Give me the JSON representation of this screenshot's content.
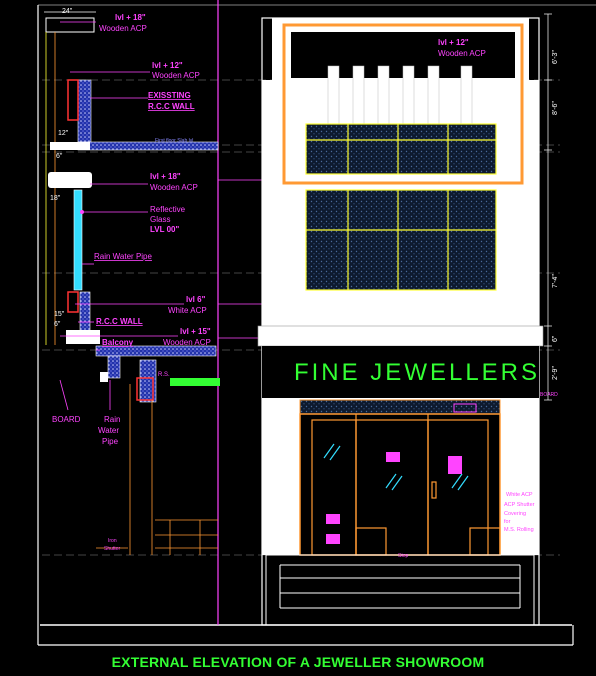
{
  "title": "EXTERNAL ELEVATION OF A JEWELLER SHOWROOM",
  "signboard": "FINE JEWELLERS",
  "colors": {
    "background": "#000000",
    "outline": "#ffffff",
    "annotation": "#ff33ff",
    "acp": "#ff9933",
    "glazing_frame": "#ffff33",
    "signage": "#33ff33",
    "wall": "#4444ff",
    "glass": "#33ddff",
    "level_line": "#ff44ff"
  },
  "dimensions": {
    "top": "24\"",
    "right": [
      "6'-3\"",
      "8'-6\"",
      "7'-4\"",
      "6\"",
      "2'-9\""
    ],
    "left": [
      "12\"",
      "6\"",
      "6\"",
      "18\"",
      "15\"",
      "6\""
    ]
  },
  "labels": {
    "lvl18_top": "lvl + 18\"",
    "wooden_acp_1": "Wooden ACP",
    "lvl12": "lvl + 12\"",
    "wooden_acp_2": "Wooden ACP",
    "existing": "EXISSTING",
    "rcc_wall": "R.C.C WALL",
    "slab": "First floor Slab lvl",
    "lvl18_mid": "lvl + 18\"",
    "wooden_acp_3": "Wooden ACP",
    "reflective": "Reflective",
    "glass": "Glass",
    "glass_lvl": "LVL 00\"",
    "rain_water_pipe": "Rain Water Pipe",
    "lvl6": "lvl 6\"",
    "white_acp": "White ACP",
    "rcc_wall_2": "R.C.C WALL",
    "lvl15": "lvl + 15\"",
    "wooden_acp_4": "Wooden ACP",
    "balcony": "Balcony",
    "rs": "R.S.",
    "board": "BOARD",
    "rain": "Rain",
    "water": "Water",
    "pipe": "Pipe",
    "iron": "Iron",
    "shutter": "Shutter",
    "façade_lvl12": "lvl + 12\"",
    "façade_wooden_acp": "Wooden ACP",
    "board_small": "BOARD",
    "note_1": "White ACP",
    "note_2": "ACP Shutter",
    "note_3": "Covering",
    "note_4": "for",
    "note_5": "M.S. Rolling",
    "step_label": "Step"
  }
}
